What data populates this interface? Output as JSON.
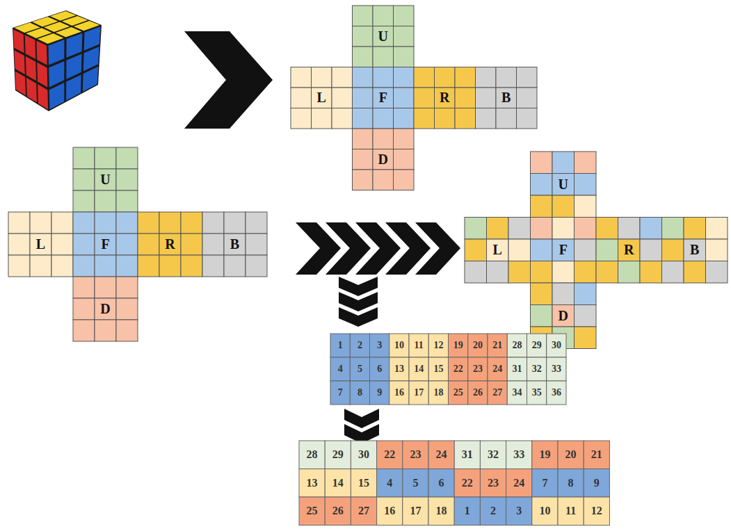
{
  "diagram": {
    "labels": [
      "U",
      "L",
      "F",
      "R",
      "B",
      "D",
      "U",
      "L",
      "F",
      "R",
      "B",
      "D",
      "U",
      "L",
      "F",
      "R",
      "B",
      "D",
      "1",
      "2",
      "3",
      "4",
      "5",
      "6",
      "7",
      "8",
      "9",
      "10",
      "11",
      "12",
      "13",
      "14",
      "15",
      "16",
      "17",
      "18",
      "19",
      "20",
      "21",
      "22",
      "23",
      "24",
      "25",
      "26",
      "27",
      "28",
      "29",
      "30",
      "31",
      "32",
      "33",
      "34",
      "35",
      "36",
      "28",
      "29",
      "30",
      "22",
      "23",
      "24",
      "31",
      "32",
      "33",
      "19",
      "20",
      "21",
      "13",
      "14",
      "15",
      "4",
      "5",
      "6",
      "22",
      "23",
      "24",
      "7",
      "8",
      "9",
      "25",
      "26",
      "27",
      "16",
      "17",
      "18",
      "1",
      "2",
      "3",
      "10",
      "11",
      "12"
    ]
  }
}
